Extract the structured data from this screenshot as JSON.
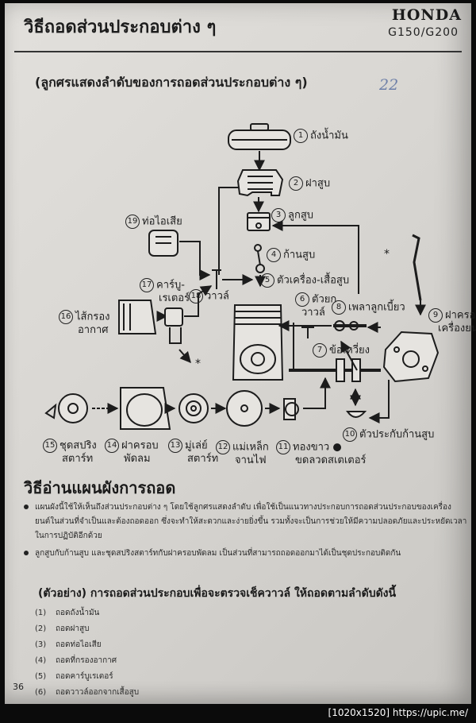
{
  "header": {
    "title": "วิธีถอดส่วนประกอบต่าง ๆ",
    "brand": "HONDA",
    "model": "G150/G200"
  },
  "subtitle": "(ลูกศรแสดงลำดับของการถอดส่วนประกอบต่าง ๆ)",
  "handwritten_note": "22",
  "parts": [
    {
      "num": "1",
      "label": "ถังน้ำมัน"
    },
    {
      "num": "2",
      "label": "ฝาสูบ"
    },
    {
      "num": "3",
      "label": "ลูกสูบ"
    },
    {
      "num": "4",
      "label": "ก้านสูบ"
    },
    {
      "num": "5",
      "label": "ตัวเครื่อง-เสื้อสูบ"
    },
    {
      "num": "6",
      "label": "ตัวยก",
      "label2": "วาวล์"
    },
    {
      "num": "7",
      "label": "ข้อเหวี่ยง"
    },
    {
      "num": "8",
      "label": "เพลาลูกเบี้ยว"
    },
    {
      "num": "9",
      "label": "ฝาครอบ",
      "label2": "เครื่องยนต์"
    },
    {
      "num": "10",
      "label": "ตัวประกับก้านสูบ"
    },
    {
      "num": "11",
      "label": "ทองขาว",
      "label2": "ขดลวดสเตเตอร์"
    },
    {
      "num": "12",
      "label": "แม่เหล็ก",
      "label2": "จานไฟ"
    },
    {
      "num": "13",
      "label": "มู่เล่ย์",
      "label2": "สตาร์ท"
    },
    {
      "num": "14",
      "label": "ฝาครอบ",
      "label2": "พัดลม"
    },
    {
      "num": "15",
      "label": "ชุดสปริง",
      "label2": "สตาร์ท"
    },
    {
      "num": "16",
      "label": "ไส้กรอง",
      "label2": "อากาศ"
    },
    {
      "num": "17",
      "label": "คาร์บู-",
      "label2": "เรเตอร์"
    },
    {
      "num": "18",
      "label": "วาวล์"
    },
    {
      "num": "19",
      "label": "ท่อไอเสีย"
    }
  ],
  "asterisk": "*",
  "section_title": "วิธีอ่านแผนผังการถอด",
  "paragraphs": [
    "แผนผังนี้ใช้ให้เห็นถึงส่วนประกอบต่าง ๆ โดยใช้ลูกศรแสดงลำดับ เพื่อใช้เป็นแนวทางประกอบการถอดส่วนประกอบของเครื่อง",
    "ยนต์ในส่วนที่จำเป็นและต้องถอดออก ซึ่งจะทำให้สะดวกและง่ายยิ่งขึ้น รวมทั้งจะเป็นการช่วยให้มีความปลอดภัยและประหยัดเวลา",
    "ในการปฏิบัติอีกด้วย",
    "ลูกสูบกับก้านสูบ และชุดสปริงสตาร์ทกับฝาครอบพัดลม เป็นส่วนที่สามารถถอดออกมาได้เป็นชุดประกอบติดกัน"
  ],
  "example_title": "(ตัวอย่าง) การถอดส่วนประกอบเพื่อจะตรวจเช็ควาวล์ ให้ถอดตามลำดับดังนี้",
  "steps": [
    {
      "n": "(1)",
      "text": "ถอดถังน้ำมัน"
    },
    {
      "n": "(2)",
      "text": "ถอดฝาสูบ"
    },
    {
      "n": "(3)",
      "text": "ถอดท่อไอเสีย"
    },
    {
      "n": "(4)",
      "text": "ถอดที่กรองอากาศ"
    },
    {
      "n": "(5)",
      "text": "ถอดคาร์บูเรเตอร์"
    },
    {
      "n": "(6)",
      "text": "ถอดวาวล์ออกจากเสื้อสูบ"
    }
  ],
  "page_number": "36",
  "watermark": "[1020x1520] https://upic.me/"
}
